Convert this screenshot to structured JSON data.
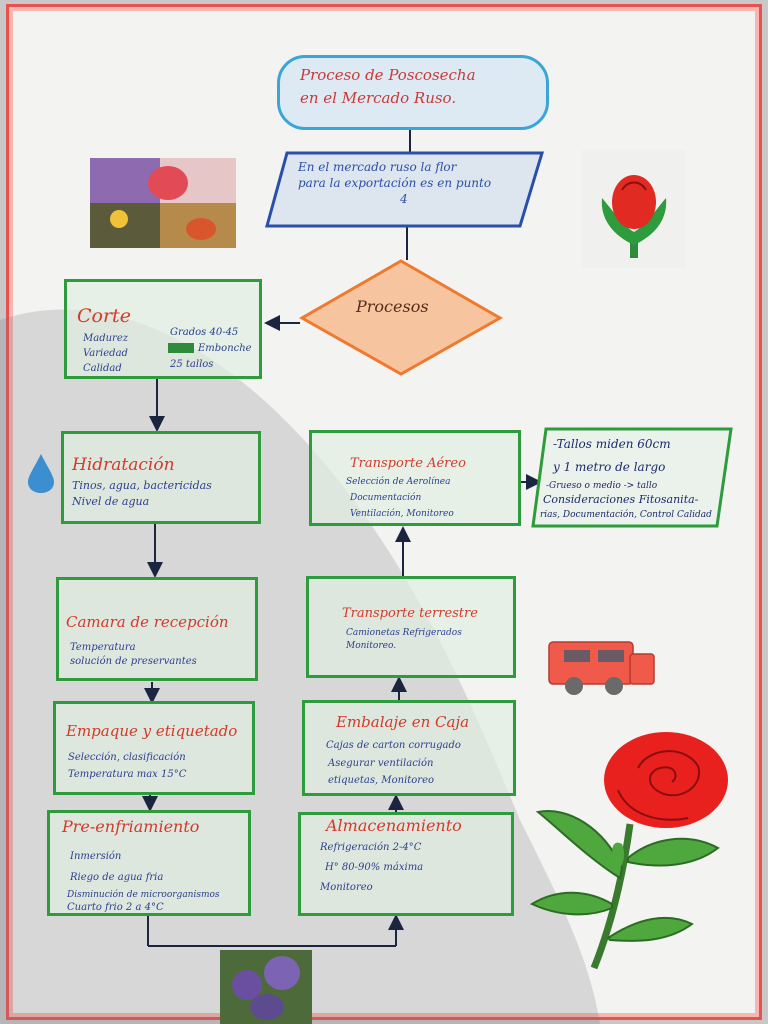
{
  "colors": {
    "green_border": "#2e9b3c",
    "blue_border": "#2a4fa8",
    "orange_border": "#ef7a2e",
    "poster_border": "#e8524e",
    "title_red": "#d23a2a",
    "text_blue": "#2a3f8f"
  },
  "title": {
    "line1": "Proceso de Poscosecha",
    "line2": "en el Mercado Ruso."
  },
  "intro": {
    "line1": "En el mercado ruso la flor",
    "line2": "para la exportación es en punto",
    "line3": "4"
  },
  "decision": {
    "label": "Procesos"
  },
  "corte": {
    "title": "Corte",
    "left": [
      "Madurez",
      "Variedad",
      "Calidad"
    ],
    "right": [
      "Grados 40-45",
      "Embonche",
      "25 tallos"
    ]
  },
  "hidratacion": {
    "title": "Hidratación",
    "lines": [
      "Tinos, agua, bactericidas",
      "Nivel de agua"
    ]
  },
  "camara": {
    "title": "Camara de recepción",
    "lines": [
      "Temperatura",
      "solución de preservantes"
    ]
  },
  "empaque": {
    "title": "Empaque y etiquetado",
    "lines": [
      "Selección, clasificación",
      "Temperatura max 15°C"
    ]
  },
  "preenfriamiento": {
    "title": "Pre-enfriamiento",
    "lines": [
      "Inmersión",
      "Riego de agua fria",
      "Disminución de microorganismos",
      "Cuarto frio 2 a 4°C"
    ]
  },
  "almacenamiento": {
    "title": "Almacenamiento",
    "lines": [
      "Refrigeración 2-4°C",
      "H° 80-90% máxima",
      "Monitoreo"
    ]
  },
  "embalaje": {
    "title": "Embalaje en Caja",
    "lines": [
      "Cajas de carton corrugado",
      "Asegurar ventilación",
      "etiquetas, Monitoreo"
    ]
  },
  "terrestre": {
    "title": "Transporte terrestre",
    "lines": [
      "Camionetas Refrigerados",
      "Monitoreo."
    ]
  },
  "aereo": {
    "title": "Transporte Aéreo",
    "lines": [
      "Selección de Aerolínea",
      "Documentación",
      "Ventilación, Monitoreo"
    ]
  },
  "note": {
    "lines": [
      "-Tallos miden 60cm",
      "y 1 metro de largo",
      "-Grueso o medio -> tallo",
      "Consideraciones Fitosanita-",
      "rias, Documentación, Control Calidad"
    ]
  }
}
